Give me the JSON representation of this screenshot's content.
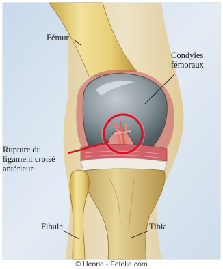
{
  "labels": {
    "femur": "Fémur",
    "condyles_line1": "Condyles",
    "condyles_line2": "fémoraux",
    "rupture_line1": "Rupture du",
    "rupture_line2": "ligament croisé",
    "rupture_line3": "antérieur",
    "fibule": "Fibule",
    "tibia": "Tibia"
  },
  "credit": "© Henrie - Fotolia.com",
  "colors": {
    "background": "#dbe6f0",
    "bone": "#e9d27a",
    "cartilage": "#7d8a93",
    "highlight": "#d2142a",
    "tissue": "#c0505a"
  }
}
